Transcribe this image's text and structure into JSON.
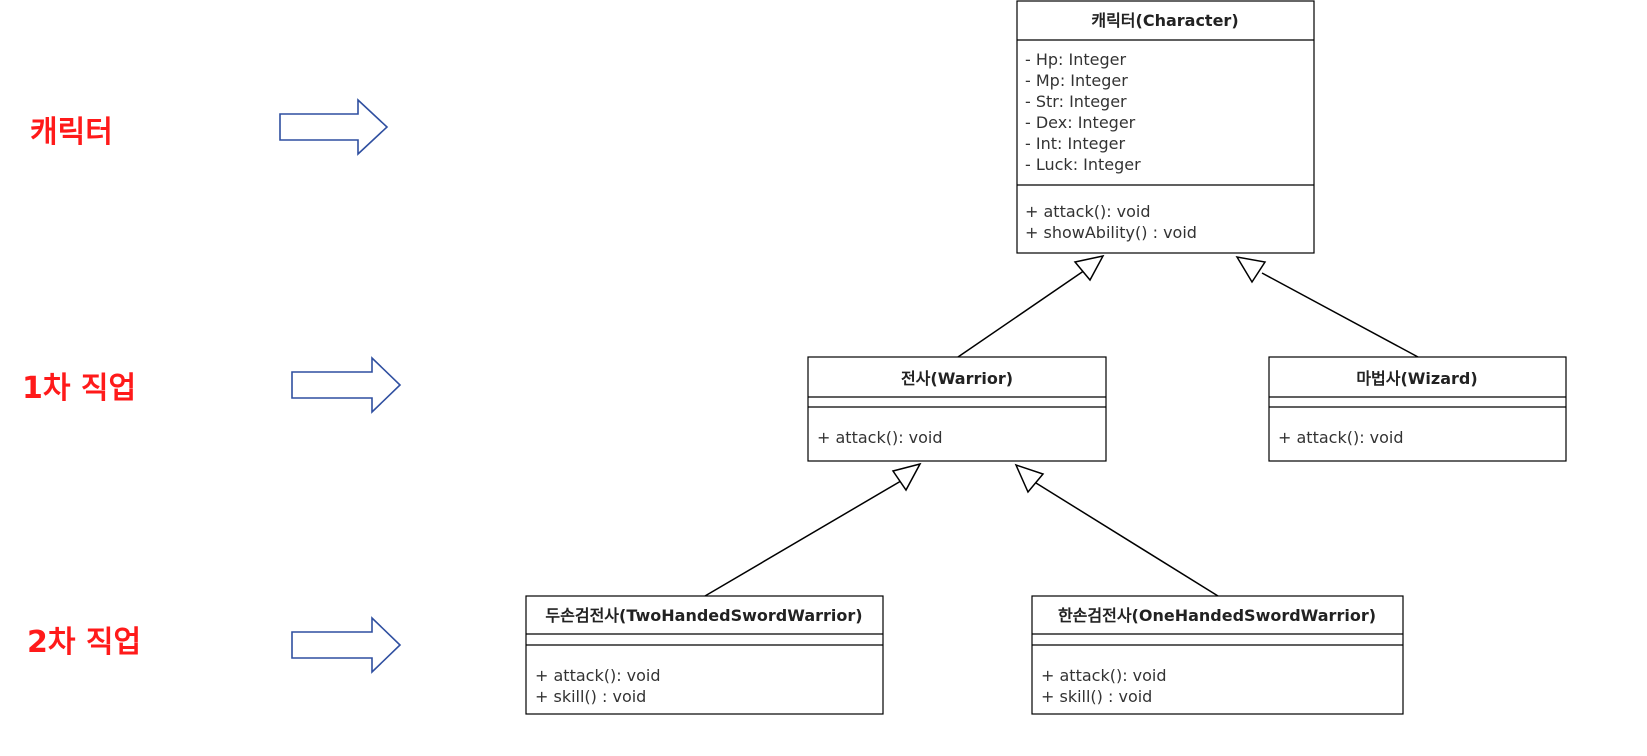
{
  "levels": [
    {
      "label": "캐릭터"
    },
    {
      "label": "1차 직업"
    },
    {
      "label": "2차 직업"
    }
  ],
  "classes": {
    "character": {
      "name": "캐릭터(Character)",
      "attributes": [
        "- Hp: Integer",
        "- Mp: Integer",
        "- Str: Integer",
        "- Dex: Integer",
        "- Int: Integer",
        "- Luck: Integer"
      ],
      "methods": [
        "+ attack(): void",
        "+ showAbility() : void"
      ]
    },
    "warrior": {
      "name": "전사(Warrior)",
      "attributes": [],
      "methods": [
        "+ attack(): void"
      ]
    },
    "wizard": {
      "name": "마법사(Wizard)",
      "attributes": [],
      "methods": [
        "+ attack(): void"
      ]
    },
    "two_handed": {
      "name": "두손검전사(TwoHandedSwordWarrior)",
      "attributes": [],
      "methods": [
        "+ attack(): void",
        "+ skill() : void"
      ]
    },
    "one_handed": {
      "name": "한손검전사(OneHandedSwordWarrior)",
      "attributes": [],
      "methods": [
        "+ attack(): void",
        "+ skill() : void"
      ]
    }
  },
  "colors": {
    "level_label": "#ff1a1a",
    "level_arrow": "#2f4fa0"
  }
}
